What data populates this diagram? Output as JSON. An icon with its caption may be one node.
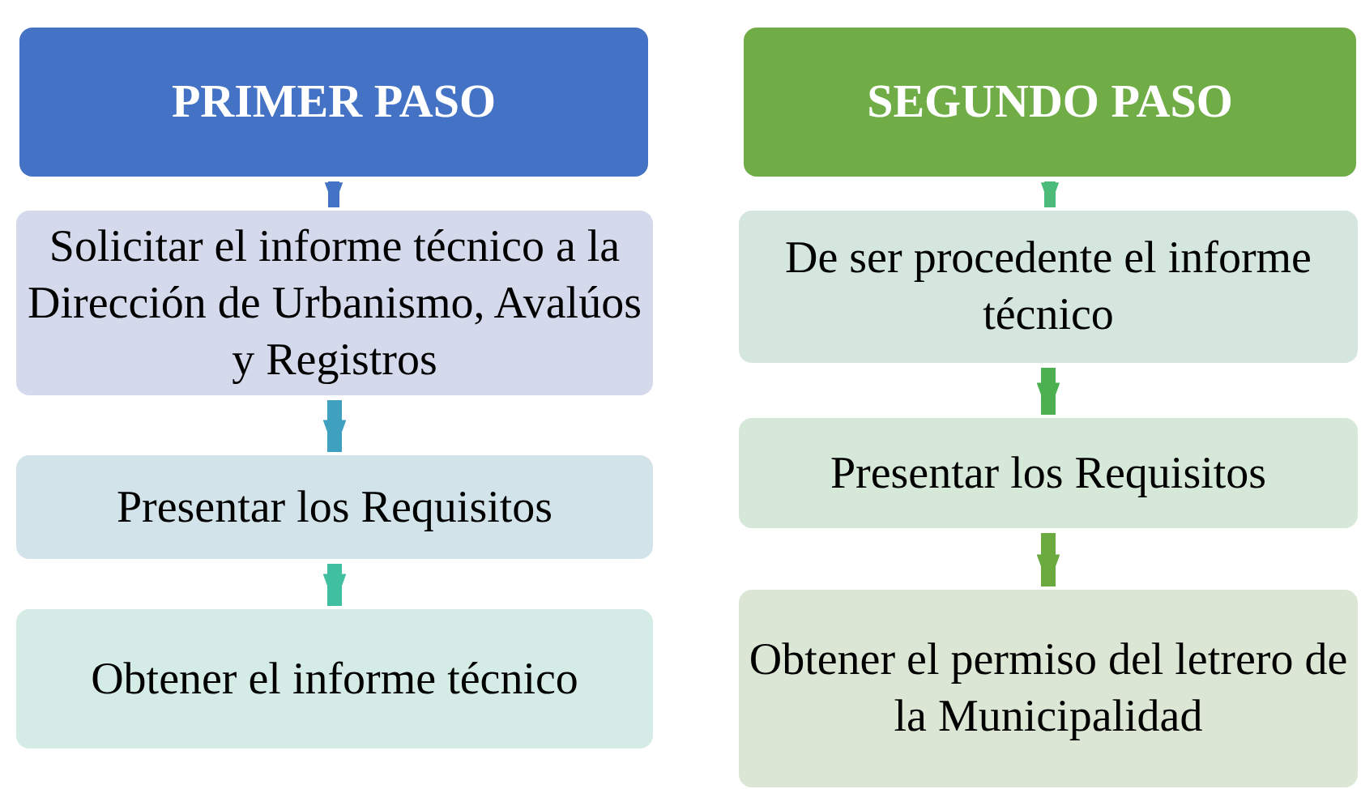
{
  "diagram": {
    "nodes": [
      {
        "text": [
          "PRIMER PASO"
        ]
      },
      {
        "text": [
          "Solicitar el informe técnico a la Dirección de Urbanismo, Avalúos y Registros"
        ]
      },
      {
        "text": [
          "Presentar los Requisitos"
        ]
      },
      {
        "text": [
          "Obtener el informe técnico"
        ]
      },
      {
        "text": [
          "SEGUNDO PASO"
        ]
      },
      {
        "text": [
          "De ser procedente el informe técnico"
        ]
      },
      {
        "text": [
          "Presentar los Requisitos"
        ]
      },
      {
        "text": [
          "Obtener el permiso del letrero de la Municipalidad"
        ]
      }
    ],
    "edges": [
      {
        "from": 0,
        "to": 1,
        "arrow": "to",
        "color": "#4472c4"
      },
      {
        "from": 1,
        "to": 2,
        "arrow": "to",
        "color": "#3fa0c0"
      },
      {
        "from": 2,
        "to": 3,
        "arrow": "to",
        "color": "#40c0a0"
      },
      {
        "from": 4,
        "to": 5,
        "arrow": "to",
        "color": "#4cbb7a"
      },
      {
        "from": 5,
        "to": 6,
        "arrow": "to",
        "color": "#4caf50"
      },
      {
        "from": 6,
        "to": 7,
        "arrow": "to",
        "color": "#6aaa3e"
      }
    ]
  }
}
